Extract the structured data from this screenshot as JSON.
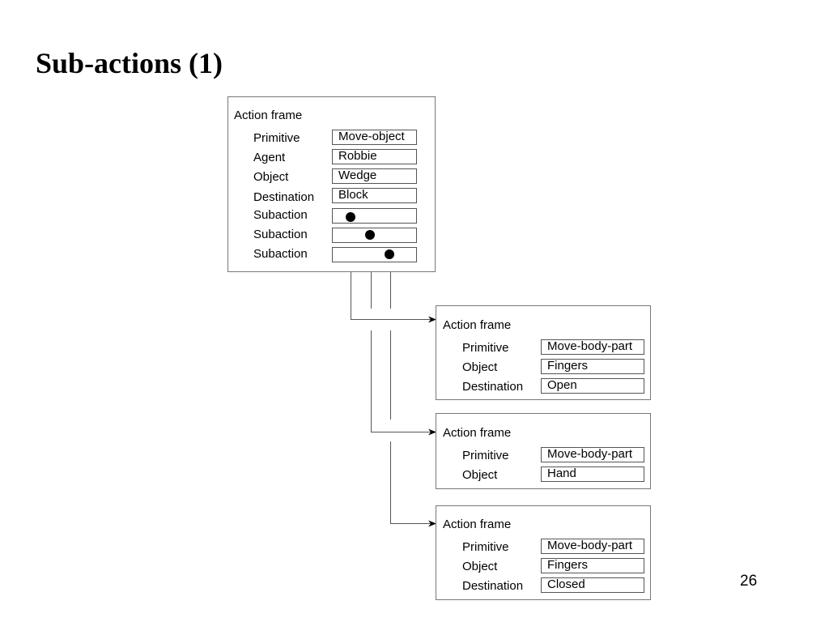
{
  "slide": {
    "title": "Sub-actions (1)",
    "page_number": "26"
  },
  "frames": [
    {
      "title": "Action frame",
      "slots": [
        {
          "label": "Primitive",
          "value": "Move-object"
        },
        {
          "label": "Agent",
          "value": "Robbie"
        },
        {
          "label": "Object",
          "value": "Wedge"
        },
        {
          "label": "Destination",
          "value": "Block"
        },
        {
          "label": "Subaction",
          "value": ""
        },
        {
          "label": "Subaction",
          "value": ""
        },
        {
          "label": "Subaction",
          "value": ""
        }
      ]
    },
    {
      "title": "Action frame",
      "slots": [
        {
          "label": "Primitive",
          "value": "Move-body-part"
        },
        {
          "label": "Object",
          "value": "Fingers"
        },
        {
          "label": "Destination",
          "value": "Open"
        }
      ]
    },
    {
      "title": "Action frame",
      "slots": [
        {
          "label": "Primitive",
          "value": "Move-body-part"
        },
        {
          "label": "Object",
          "value": "Hand"
        }
      ]
    },
    {
      "title": "Action frame",
      "slots": [
        {
          "label": "Primitive",
          "value": "Move-body-part"
        },
        {
          "label": "Object",
          "value": "Fingers"
        },
        {
          "label": "Destination",
          "value": "Closed"
        }
      ]
    }
  ]
}
